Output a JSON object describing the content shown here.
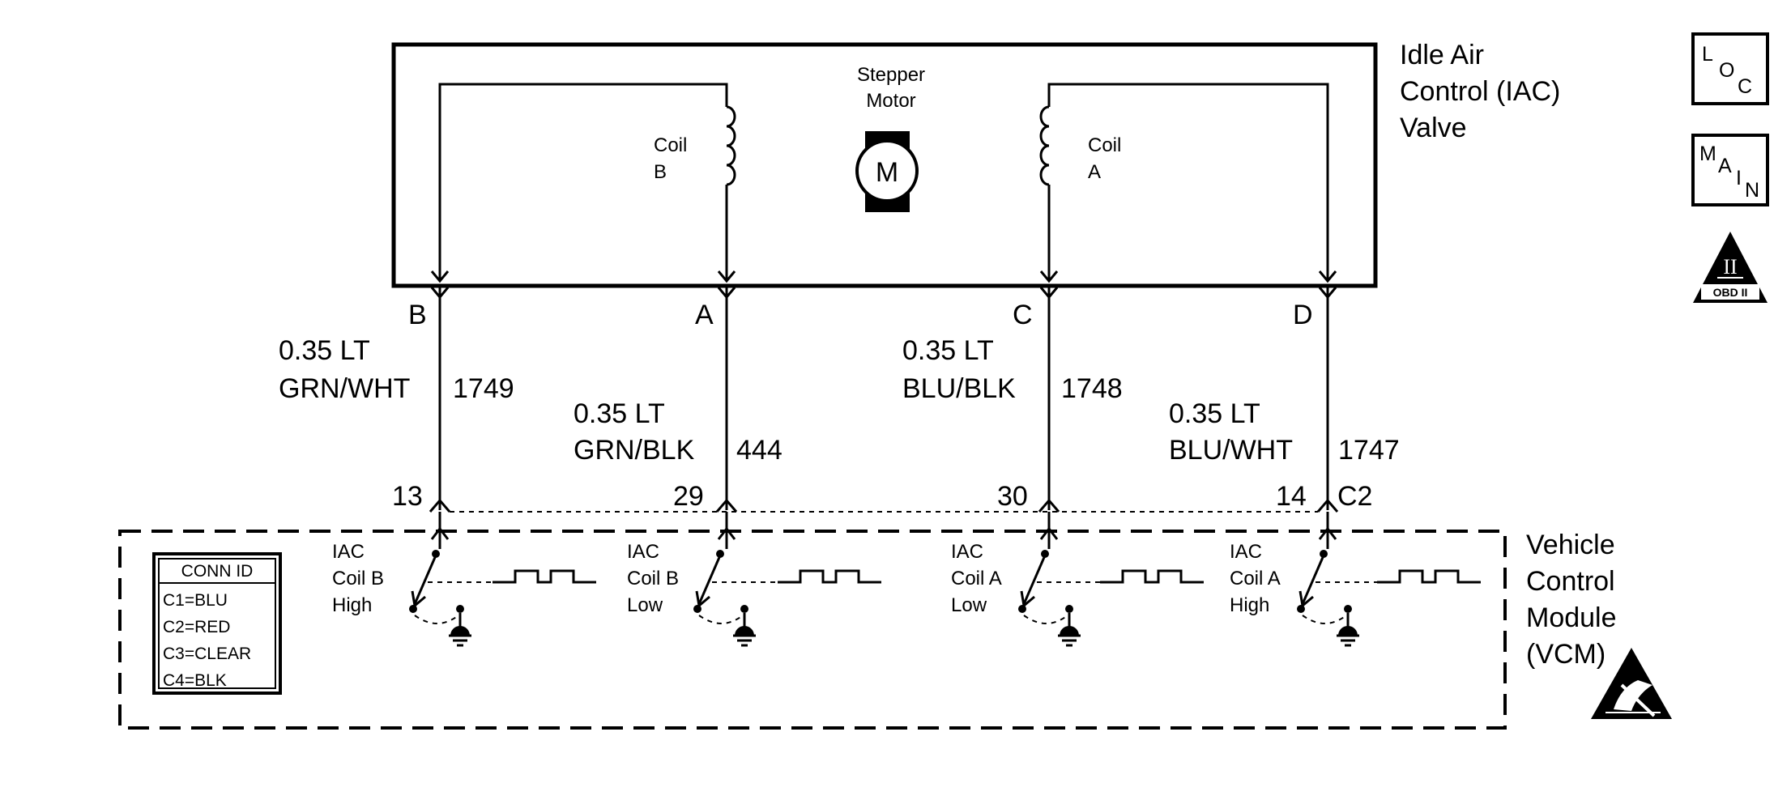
{
  "component": {
    "title_lines": [
      "Idle Air",
      "Control (IAC)",
      "Valve"
    ],
    "motor_label_lines": [
      "Stepper",
      "Motor"
    ],
    "motor_symbol": "M",
    "coil_b_lines": [
      "Coil",
      "B"
    ],
    "coil_a_lines": [
      "Coil",
      "A"
    ]
  },
  "circuits": [
    {
      "pin": "B",
      "gauge": "0.35 LT",
      "color": "GRN/WHT",
      "circuit": "1749",
      "vcm_terminal": "13"
    },
    {
      "pin": "A",
      "gauge": "0.35 LT",
      "color": "GRN/BLK",
      "circuit": "444",
      "vcm_terminal": "29"
    },
    {
      "pin": "C",
      "gauge": "0.35 LT",
      "color": "BLU/BLK",
      "circuit": "1748",
      "vcm_terminal": "30"
    },
    {
      "pin": "D",
      "gauge": "0.35 LT",
      "color": "BLU/WHT",
      "circuit": "1747",
      "vcm_terminal": "14"
    }
  ],
  "connector": "C2",
  "vcm": {
    "title_lines": [
      "Vehicle",
      "Control",
      "Module",
      "(VCM)"
    ],
    "drivers": [
      [
        "IAC",
        "Coil B",
        "High"
      ],
      [
        "IAC",
        "Coil B",
        "Low"
      ],
      [
        "IAC",
        "Coil A",
        "Low"
      ],
      [
        "IAC",
        "Coil A",
        "High"
      ]
    ]
  },
  "conn_id": {
    "header": "CONN ID",
    "rows": [
      "C1=BLU",
      "C2=RED",
      "C3=CLEAR",
      "C4=BLK"
    ]
  },
  "badges": {
    "loc": [
      "L",
      "O",
      "C"
    ],
    "main": [
      "M",
      "A",
      "I",
      "N"
    ],
    "obd_numeral": "II",
    "obd_caption": "OBD II"
  },
  "icons": [
    "loc-icon",
    "main-icon",
    "obd-ii-icon",
    "esd-warning-icon",
    "ground-icon",
    "motor-icon",
    "coil-icon"
  ]
}
